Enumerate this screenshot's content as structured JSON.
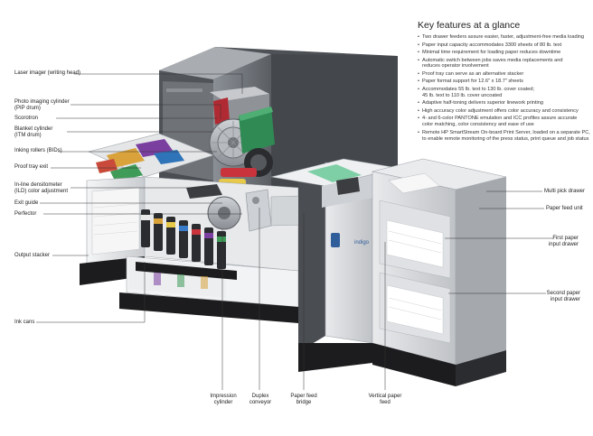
{
  "features": {
    "title": "Key features at a glance",
    "items": [
      "Two drawer feeders assure easier, faster, adjustment-free media loading",
      "Paper input capacity accommodates 3300 sheets of 80 lb. text",
      "Minimal time requirement for loading paper reduces downtime",
      "Automatic switch between jobs saves media replacements and\nreduces operator involvement",
      "Proof tray can serve as an alternative stacker",
      "Paper format support for 12.6\" x 18.7\" sheets",
      "Accommodates 55 lb. text to 130 lb. cover coated;\n45 lb. text to 110 lb. cover uncoated",
      "Adaptive half-toning delivers superior linework printing",
      "High accuracy color adjustment offers color accuracy and consistency",
      "4- and 6-color PANTONE emulation and ICC profiles assure accurate\ncolor matching, color consistency and ease of use",
      "Remote HP SmartStream On-board Print Server, loaded on a separate PC,\nto enable remote monitoring of the press status, print queue and job status"
    ]
  },
  "labels": {
    "laser_imager": "Laser imager (writing head)",
    "photo_imaging_cylinder": "Photo imaging cylinder\n(PIP drum)",
    "scorotron": "Scorotron",
    "blanket_cylinder": "Blanket cylinder\n(ITM drum)",
    "inking_rollers": "Inking rollers (BIDs)",
    "proof_tray_exit": "Proof tray exit",
    "densitometer": "In-line densitometer\n(ILD) color adjustment",
    "exit_guide": "Exit guide",
    "perfector": "Perfector",
    "output_stacker": "Output stacker",
    "ink_cans": "Ink cans",
    "impression_cylinder": "Impression\ncylinder",
    "duplex_conveyor": "Duplex\nconveyor",
    "paper_feed_bridge": "Paper feed\nbridge",
    "vertical_paper_feed": "Vertical paper\nfeed",
    "multi_pick_drawer": "Multi pick drawer",
    "paper_feed_unit": "Paper feed unit",
    "first_drawer": "First paper\ninput drawer",
    "second_drawer": "Second paper\ninput drawer"
  },
  "colors": {
    "body_dark": "#4a4d52",
    "body_mid": "#7d8288",
    "body_light": "#d9dbde",
    "panel_white": "#f3f4f5",
    "base_black": "#1c1c1e",
    "blanket_green": "#2f8a54",
    "drum_gray": "#9a9ea4",
    "roller_red": "#c9333c"
  },
  "icons": {
    "brand_logo": "hp-logo-icon"
  }
}
